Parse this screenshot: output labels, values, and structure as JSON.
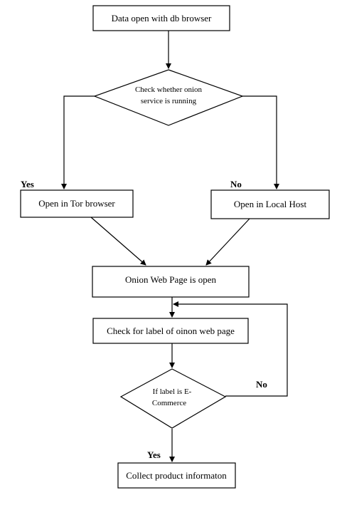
{
  "diagram": {
    "nodes": {
      "start": "Data open with db browser",
      "check_onion_line1": "Check whether  onion",
      "check_onion_line2": "service  is running",
      "tor": "Open in Tor browser",
      "localhost": "Open in Local Host",
      "page_open": "Onion Web Page is open",
      "check_label": "Check for label of oinon web page",
      "if_ecom_line1": "If label  is E-",
      "if_ecom_line2": "Commerce",
      "collect": "Collect product informaton"
    },
    "branch_labels": {
      "yes_top": "Yes",
      "no_top": "No",
      "no_loop": "No",
      "yes_bottom": "Yes"
    },
    "edges": [
      {
        "from": "start",
        "to": "check_onion"
      },
      {
        "from": "check_onion",
        "to": "tor",
        "label": "Yes"
      },
      {
        "from": "check_onion",
        "to": "localhost",
        "label": "No"
      },
      {
        "from": "tor",
        "to": "page_open"
      },
      {
        "from": "localhost",
        "to": "page_open"
      },
      {
        "from": "page_open",
        "to": "check_label"
      },
      {
        "from": "check_label",
        "to": "if_ecom"
      },
      {
        "from": "if_ecom",
        "to": "check_label",
        "label": "No"
      },
      {
        "from": "if_ecom",
        "to": "collect",
        "label": "Yes"
      }
    ]
  }
}
